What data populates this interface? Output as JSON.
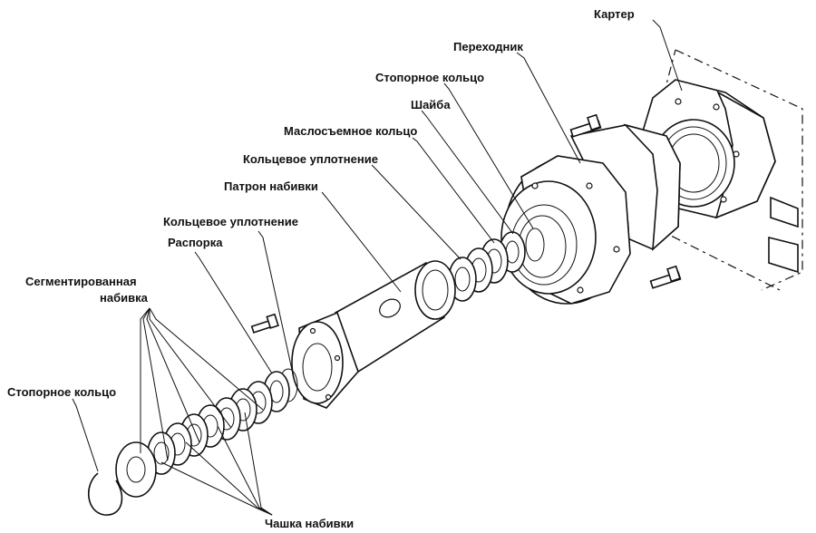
{
  "labels": {
    "karter": "Картер",
    "perekhodnik": "Переходник",
    "stopornoe_top": "Стопорное кольцо",
    "shaiba": "Шайба",
    "maslosemnoe": "Маслосъемное кольцо",
    "koltsevoe_1": "Кольцевое уплотнение",
    "patron": "Патрон набивки",
    "koltsevoe_2": "Кольцевое уплотнение",
    "rasporka": "Распорка",
    "segment_1": "Сегментированная",
    "segment_2": "набивка",
    "stopornoe_left": "Стопорное кольцо",
    "chashka": "Чашка набивки"
  },
  "colors": {
    "line": "#111111",
    "background": "#ffffff"
  }
}
